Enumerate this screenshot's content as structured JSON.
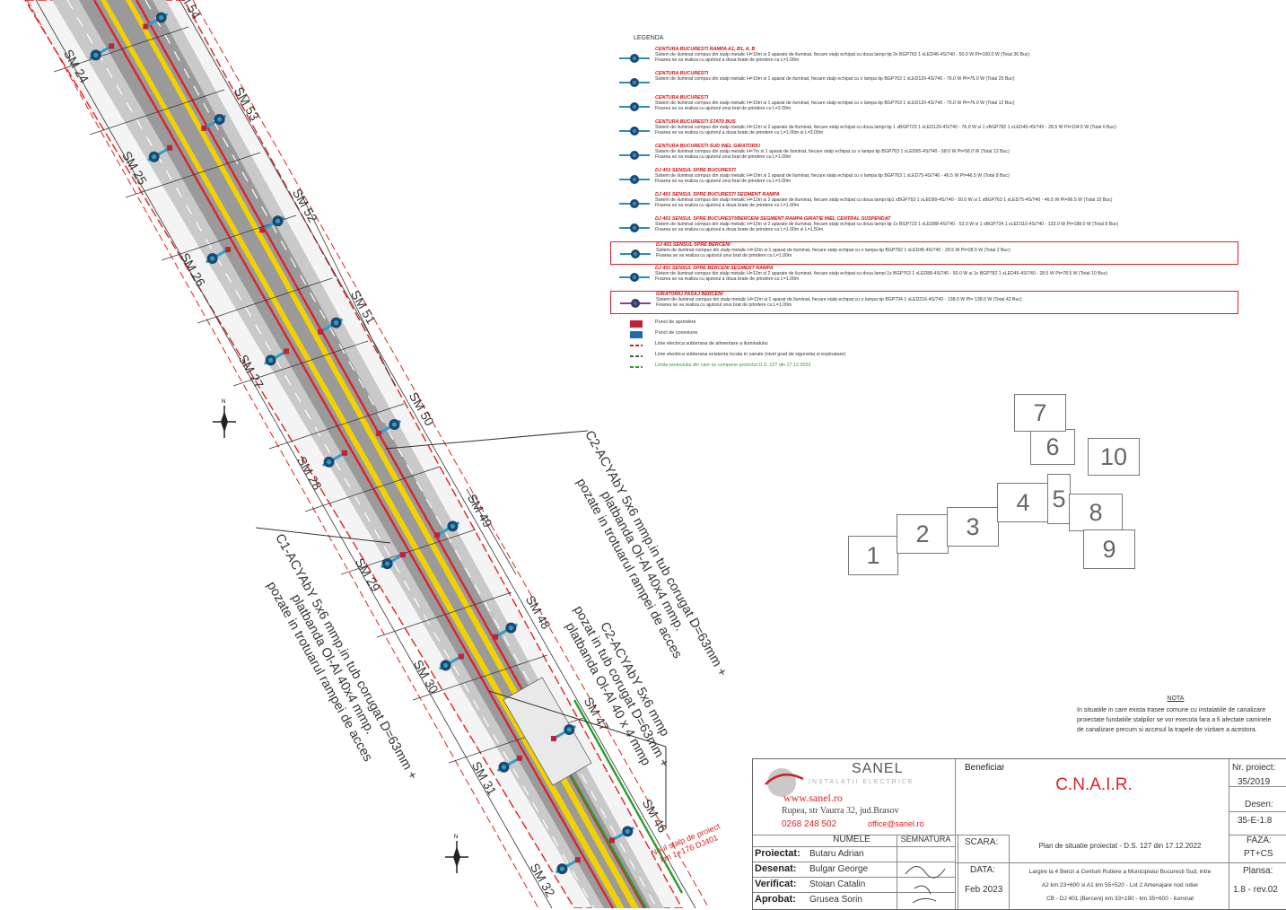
{
  "legend": {
    "title": "LEGENDA",
    "items": [
      {
        "title": "CENTURA BUCURESTI   RAMPA A1, B1, A, B",
        "desc": "Sistem de iluminat compus din stalp metalic H=10m si 2 aparate de iluminat, fiecare stalp echipat cu doua lampi tip 2x BGP763 1 xLED46-4S/740 - 50.0 W  Pt=100.0 W (Total 36 Buc)",
        "note": "Fixarea se va realiza cu ajutorul a doua brate de prindere cu L=1.00m",
        "color": "#2a8fb8",
        "boxed": false
      },
      {
        "title": "CENTURA BUCURESTI",
        "desc": "Sistem de iluminat compus din stalp metalic H=10m si 1 aparat de iluminat, fiecare stalp echipat cu o lampa tip BGP763 1 xLED120-4S/740 - 76.0 W  Pt=76.0 W (Total 25 Buc)",
        "note": "",
        "color": "#2a8fb8",
        "boxed": false
      },
      {
        "title": "CENTURA BUCURESTI",
        "desc": "Sistem de iluminat compus din stalp metalic H=10m si 1 aparat de iluminat, fiecare stalp echipat cu o lampa tip BGP763 1 xLED120-4S/740 - 75.0 W  Pt=76.0 W (Total 12 Buc)",
        "note": "Fixarea se va realiza cu ajutorul unui brat de prindere cu L=2.00m",
        "color": "#2a8fb8",
        "boxed": false
      },
      {
        "title": "CENTURA BUCURESTI   STATII BUS",
        "desc": "Sistem de iluminat compus din stalp metalic H=12m si 2 aparate de iluminat, fiecare stalp echipat cu doua lampi tip 1 xBGP723 1 xLED129-4S/740 - 76.0 W si 1 xBGP782 1 xLED45-4S/740 - 28.5 W  Pt=104.5 W (Total 6 Buc)",
        "note": "Fixarea se va realiza cu ajutorul a doua brate de prindere cu L=1.00m si L=3.00m",
        "color": "#2a8fb8",
        "boxed": false
      },
      {
        "title": "CENTURA BUCURESTI   SUD INEL GIRATORIU",
        "desc": "Sistem de iluminat compus din stalp metalic H=7m si 1 aparat de iluminat, fiecare stalp echipat cu o lampa tip BGP763 1 xLED65-4S/740 - 58.0 W  Pt=58.0 W (Total 12 Buc)",
        "note": "Fixarea se va realiza cu ajutorul unui brat de prindere cu L=1.00m",
        "color": "#2a8fb8",
        "boxed": false
      },
      {
        "title": "DJ 401   SENSUL SPRE BUCURESTI",
        "desc": "Sistem de iluminat compus din stalp metalic H=10m si 1 aparat de iluminat, fiecare stalp echipat cu o lampa tip BGP763 1 xLED75-4S/740 - 46.5 W  Pt=46.5 W (Total 8 Buc)",
        "note": "Fixarea se va realiza cu ajutorul unui brat de prindere cu L=1.00m",
        "color": "#2a8fb8",
        "boxed": false
      },
      {
        "title": "DJ 401   SENSUL SPRE BUCURESTI   SEGMENT RAMPA",
        "desc": "Sistem de iluminat compus din stalp metalic H=12m si 2 aparate de iluminat, fiecare stalp echipat cu doua lampi tip1 xBGP763 1 xLED99-4S/740 - 50.0 W si 1 xBGP763 1 xLED75-4S/740 - 46.5 W  Pt=96.5 W (Total 10 Buc)",
        "note": "Fixarea se va realiza cu ajutorul a doua brate de prindere cu L=1.00m",
        "color": "#2a8fb8",
        "boxed": false
      },
      {
        "title": "DJ 401   SENSUL SPRE BUCURESTI/BERCENI   SEGMENT RAMPA   GIRATIE INEL CENTRAL SUSPENDAT",
        "desc": "Sistem de iluminat compus din stalp metalic H=12m si 2 aparate de iluminat, fiecare stalp echipat cu doua lampi tip 1x BGP723 1 xLED88-4S/740 - 53.0 W si 1 xBGP734 1 xLED110-4S/740 - 133.0 W  Pt=188.0 W (Total 8 Buc)",
        "note": "Fixarea se va realiza cu ajutorul a doua brate de prindere cu L=1.00m si L=1.50m",
        "color": "#2a8fb8",
        "boxed": false
      },
      {
        "title": "DJ 401   SENSUL SPRE BERCENI",
        "desc": "Sistem de iluminat compus din stalp metalic H=10m si 1 aparat de iluminat, fiecare stalp echipat cu o lampa tip BGP782 1 xLED45-4S/740 - 28.5 W  Pt=28.5 W (Total 2 Buc)",
        "note": "Fixarea se va realiza cu ajutorul unui brat de prindere cu L=1.00m",
        "color": "#2a8fb8",
        "boxed": true
      },
      {
        "title": "DJ 401   SENSUL SPRE BERCENI   SEGMENT RAMPA",
        "desc": "Sistem de iluminat compus din stalp metalic H=12m si 2 aparate de iluminat, fiecare stalp echipat cu doua lampi  1x BGP763 1 xLED88-4S/740 - 50.0 W si 1x BGP782 1 xLED45-4S/740 - 28.5 W  Pt=78.5 W (Total 10 Buc)",
        "note": "Fixarea se va realiza cu ajutorul a doua brate de prindere cu L=1.00m",
        "color": "#2a8fb8",
        "boxed": false
      },
      {
        "title": "GIRATORIU PASAJ BERCENI",
        "desc": "Sistem de iluminat compus din stalp metalic H=12m si 1 aparat de iluminat, fiecare stalp echipat cu o lampa tip BGP734 1 xLED216-4S/740 - 138.0 W  Pt= 138.0 W (Total 42 Buc)",
        "note": "Fixarea se va realiza cu ajutorul unui brat de prindere cu L=1.00m",
        "color": "#8a3d9a",
        "boxed": true
      }
    ],
    "small": [
      {
        "label": "Punct de aprindere",
        "swatch": "#c0203a"
      },
      {
        "label": "Punct de conexiune",
        "swatch": "#1f6ab5"
      },
      {
        "label": "Linie electrica subterana de alimentare a iluminatului",
        "swatch": "#d42020"
      },
      {
        "label": "Linie electrica subterana existenta locata in canale (nivel grad de siguranta si exploatare)",
        "swatch": "#555555"
      },
      {
        "label": "Limita proiectului din care se compune proiectul   D.S. 127 din 17.12.2022",
        "swatch": "#2a9d2a"
      }
    ]
  },
  "poles": {
    "left": [
      "SM 54",
      "SM 53",
      "SM 52",
      "SM 51",
      "SM 50",
      "SM 49",
      "SM 48",
      "SM 47",
      "SM 46"
    ],
    "right": [
      "SM 24",
      "SM 25",
      "SM 26",
      "SM 27",
      "SM 28",
      "SM 29",
      "SM 30",
      "SM 31",
      "SM 32"
    ]
  },
  "cables": {
    "c2_upper": [
      "C2-ACYAbY 5x6 mmp.in tub corugat D=63mm +",
      "platbanda Ol-Al 40x4 mmp.",
      "pozate in trotuarul rampei de acces"
    ],
    "c1": [
      "C1-ACYAbY 5x6 mmp.in tub corugat D=63mm +",
      "platbanda Ol-Al 40x4 mmp.",
      "pozate in trotuarul rampei de acces"
    ],
    "c2_lower": [
      "C2-ACYAbY 5x6 mmp",
      "pozat in tub corugat D=63mm +",
      "platbanda Ol-Al 40 x 4 mmp"
    ],
    "small_red": [
      "Noul stalp de proiect",
      "km 1+176 DJ401"
    ]
  },
  "sheets": [
    "1",
    "2",
    "3",
    "4",
    "5",
    "6",
    "7",
    "8",
    "9",
    "10"
  ],
  "nota": {
    "title": "NOTA",
    "text": "In situatiile in care exista trasee comune cu instalatiile de canalizare proiectate fundatiile stalpilor se vor executa fara a fi afectate caminele de canalizare precum si accesul la trapele de vizitare a acestora."
  },
  "title_block": {
    "company": "SANEL",
    "company_sub": "INSTALATII ELECTRICE",
    "website": "www.sanel.ro",
    "address": "Rupea, str Vaurra 32, jud.Brasov",
    "phone": "0268 248 502",
    "email": "office@sanel.ro",
    "beneficiar_label": "Beneficiar",
    "beneficiar": "C.N.A.I.R.",
    "nr_proiect_label": "Nr. proiect:",
    "nr_proiect": "35/2019",
    "desen_label": "Desen:",
    "desen": "35-E-1.8",
    "numele_label": "NUMELE",
    "semnatura_label": "SEMNATURA",
    "scara_label": "SCARA:",
    "scara": "Plan de situatie proiectat - D.S. 127 din 17.12.2022",
    "data_label": "DATA:",
    "data": "Feb 2023",
    "descriere": [
      "Largire la 4 Benzi a Centurii Rutiere a Municipiului Bucuresti Sud, intre",
      "A2 km 23+600 si A1 km 55+520 - Lot 2  Amenajare nod rutier",
      "CB - DJ 401 (Berceni) km 33+190 - km 35+600 - iluminat"
    ],
    "faza_label": "FAZA:",
    "faza": "PT+CS",
    "plansa_label": "Plansa:",
    "plansa": "1.8 - rev.02",
    "roles": [
      {
        "role": "Proiectat:",
        "name": "Butaru Adrian"
      },
      {
        "role": "Desenat:",
        "name": "Bulgar George"
      },
      {
        "role": "Verificat:",
        "name": "Stoian Catalin"
      },
      {
        "role": "Aprobat:",
        "name": "Grusea Sorin"
      }
    ]
  },
  "colors": {
    "road": "#9a9a9a",
    "lane_yellow": "#f1d200",
    "cable_red": "#d9232e",
    "pole_blue": "#2a9fc9",
    "pole_core": "#1c4770"
  }
}
